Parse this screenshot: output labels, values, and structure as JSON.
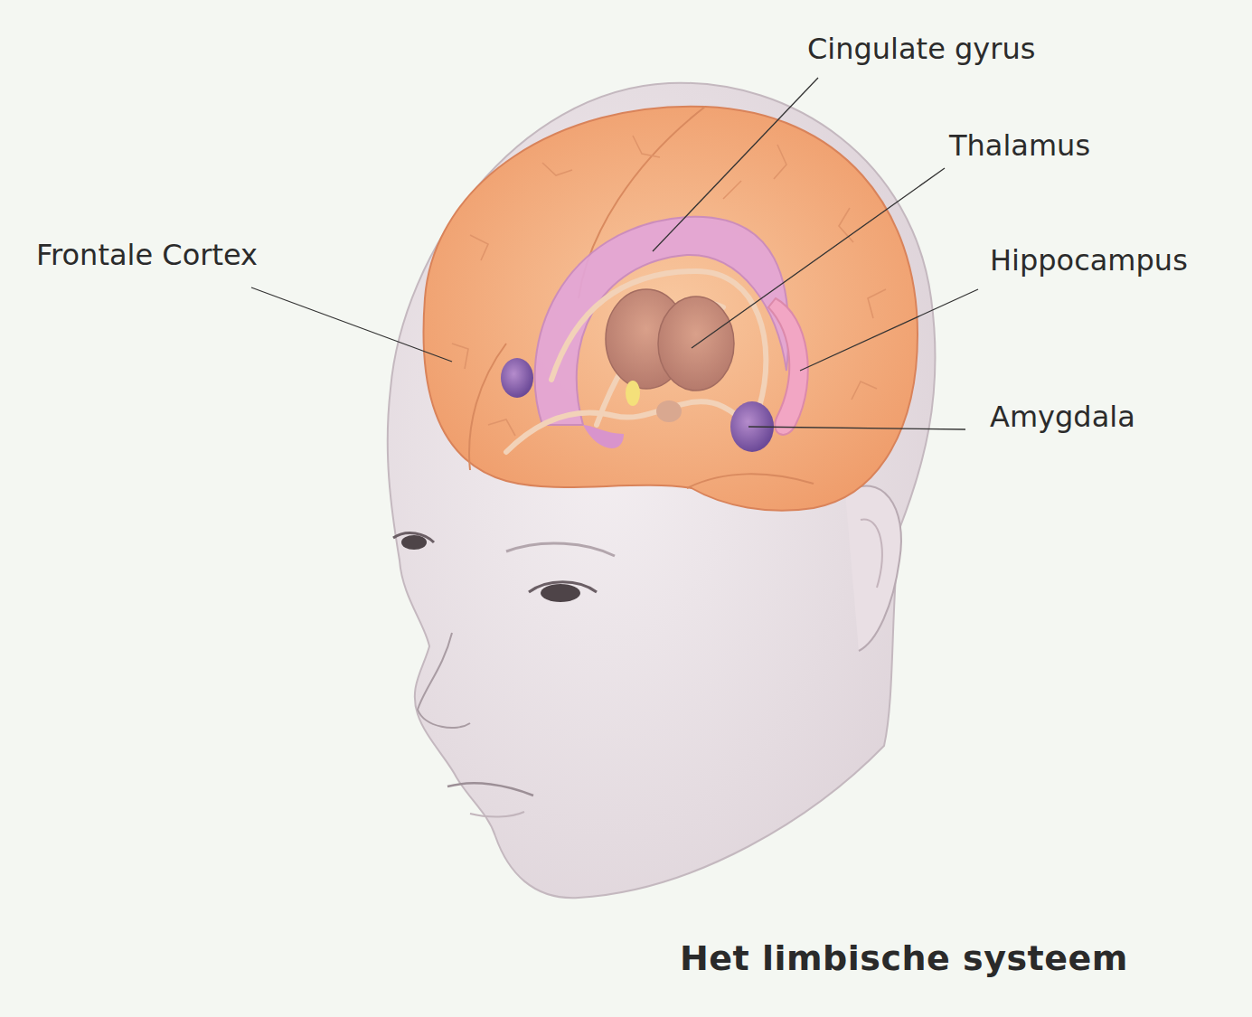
{
  "diagram": {
    "caption": "Het limbische systeem",
    "labels": [
      "Cingulate gyrus",
      "Thalamus",
      "Frontale Cortex",
      "Hippocampus",
      "Amygdala"
    ]
  }
}
